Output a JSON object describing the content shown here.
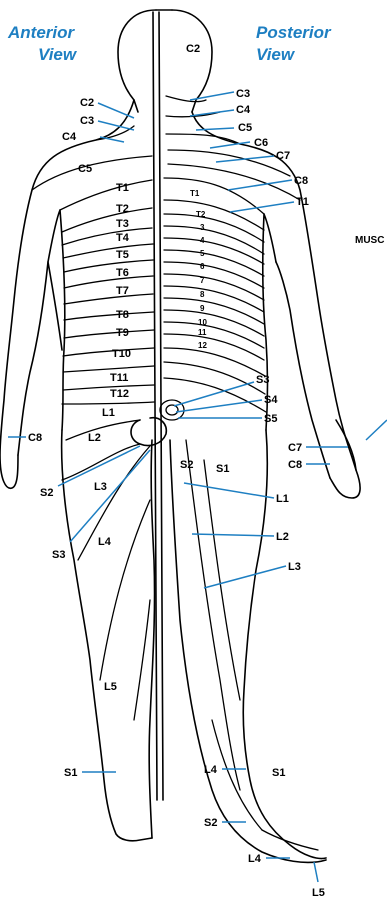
{
  "headers": {
    "anterior_line1": "Anterior",
    "anterior_line2": "View",
    "posterior_line1": "Posterior",
    "posterior_line2": "View",
    "cut_off_side_text": "MUSC"
  },
  "colors": {
    "header_blue": "#1e7fc2",
    "leader_line_blue": "#1e7fc2",
    "outline": "#000000"
  },
  "anterior_labels": {
    "C2": "C2",
    "C3": "C3",
    "C4": "C4",
    "C5": "C5",
    "T1": "T1",
    "T2": "T2",
    "T3": "T3",
    "T4": "T4",
    "T5": "T5",
    "T6": "T6",
    "T7": "T7",
    "T8": "T8",
    "T9": "T9",
    "T10": "T10",
    "T11": "T11",
    "T12": "T12",
    "L1": "L1",
    "L2": "L2",
    "L3": "L3",
    "L4": "L4",
    "L5": "L5",
    "S1": "S1",
    "S2": "S2",
    "S3": "S3",
    "C8": "C8"
  },
  "posterior_labels": {
    "C2": "C2",
    "C3": "C3",
    "C4": "C4",
    "C5": "C5",
    "C6": "C6",
    "C7": "C7",
    "C8": "C8",
    "T1_side": "T1",
    "T1": "T1",
    "T2": "T2",
    "n3": "3",
    "n4": "4",
    "n5": "5",
    "n6": "6",
    "n7": "7",
    "n8": "8",
    "n9": "9",
    "n10": "10",
    "n11": "11",
    "n12": "12",
    "S3": "S3",
    "S4": "S4",
    "S5": "S5",
    "S2": "S2",
    "S1": "S1",
    "C7_hand": "C7",
    "C8_hand": "C8",
    "L1": "L1",
    "L2": "L2",
    "L3": "L3",
    "L4": "L4",
    "S1_foot": "S1",
    "S2_foot": "S2",
    "L4_foot": "L4",
    "L5": "L5"
  }
}
